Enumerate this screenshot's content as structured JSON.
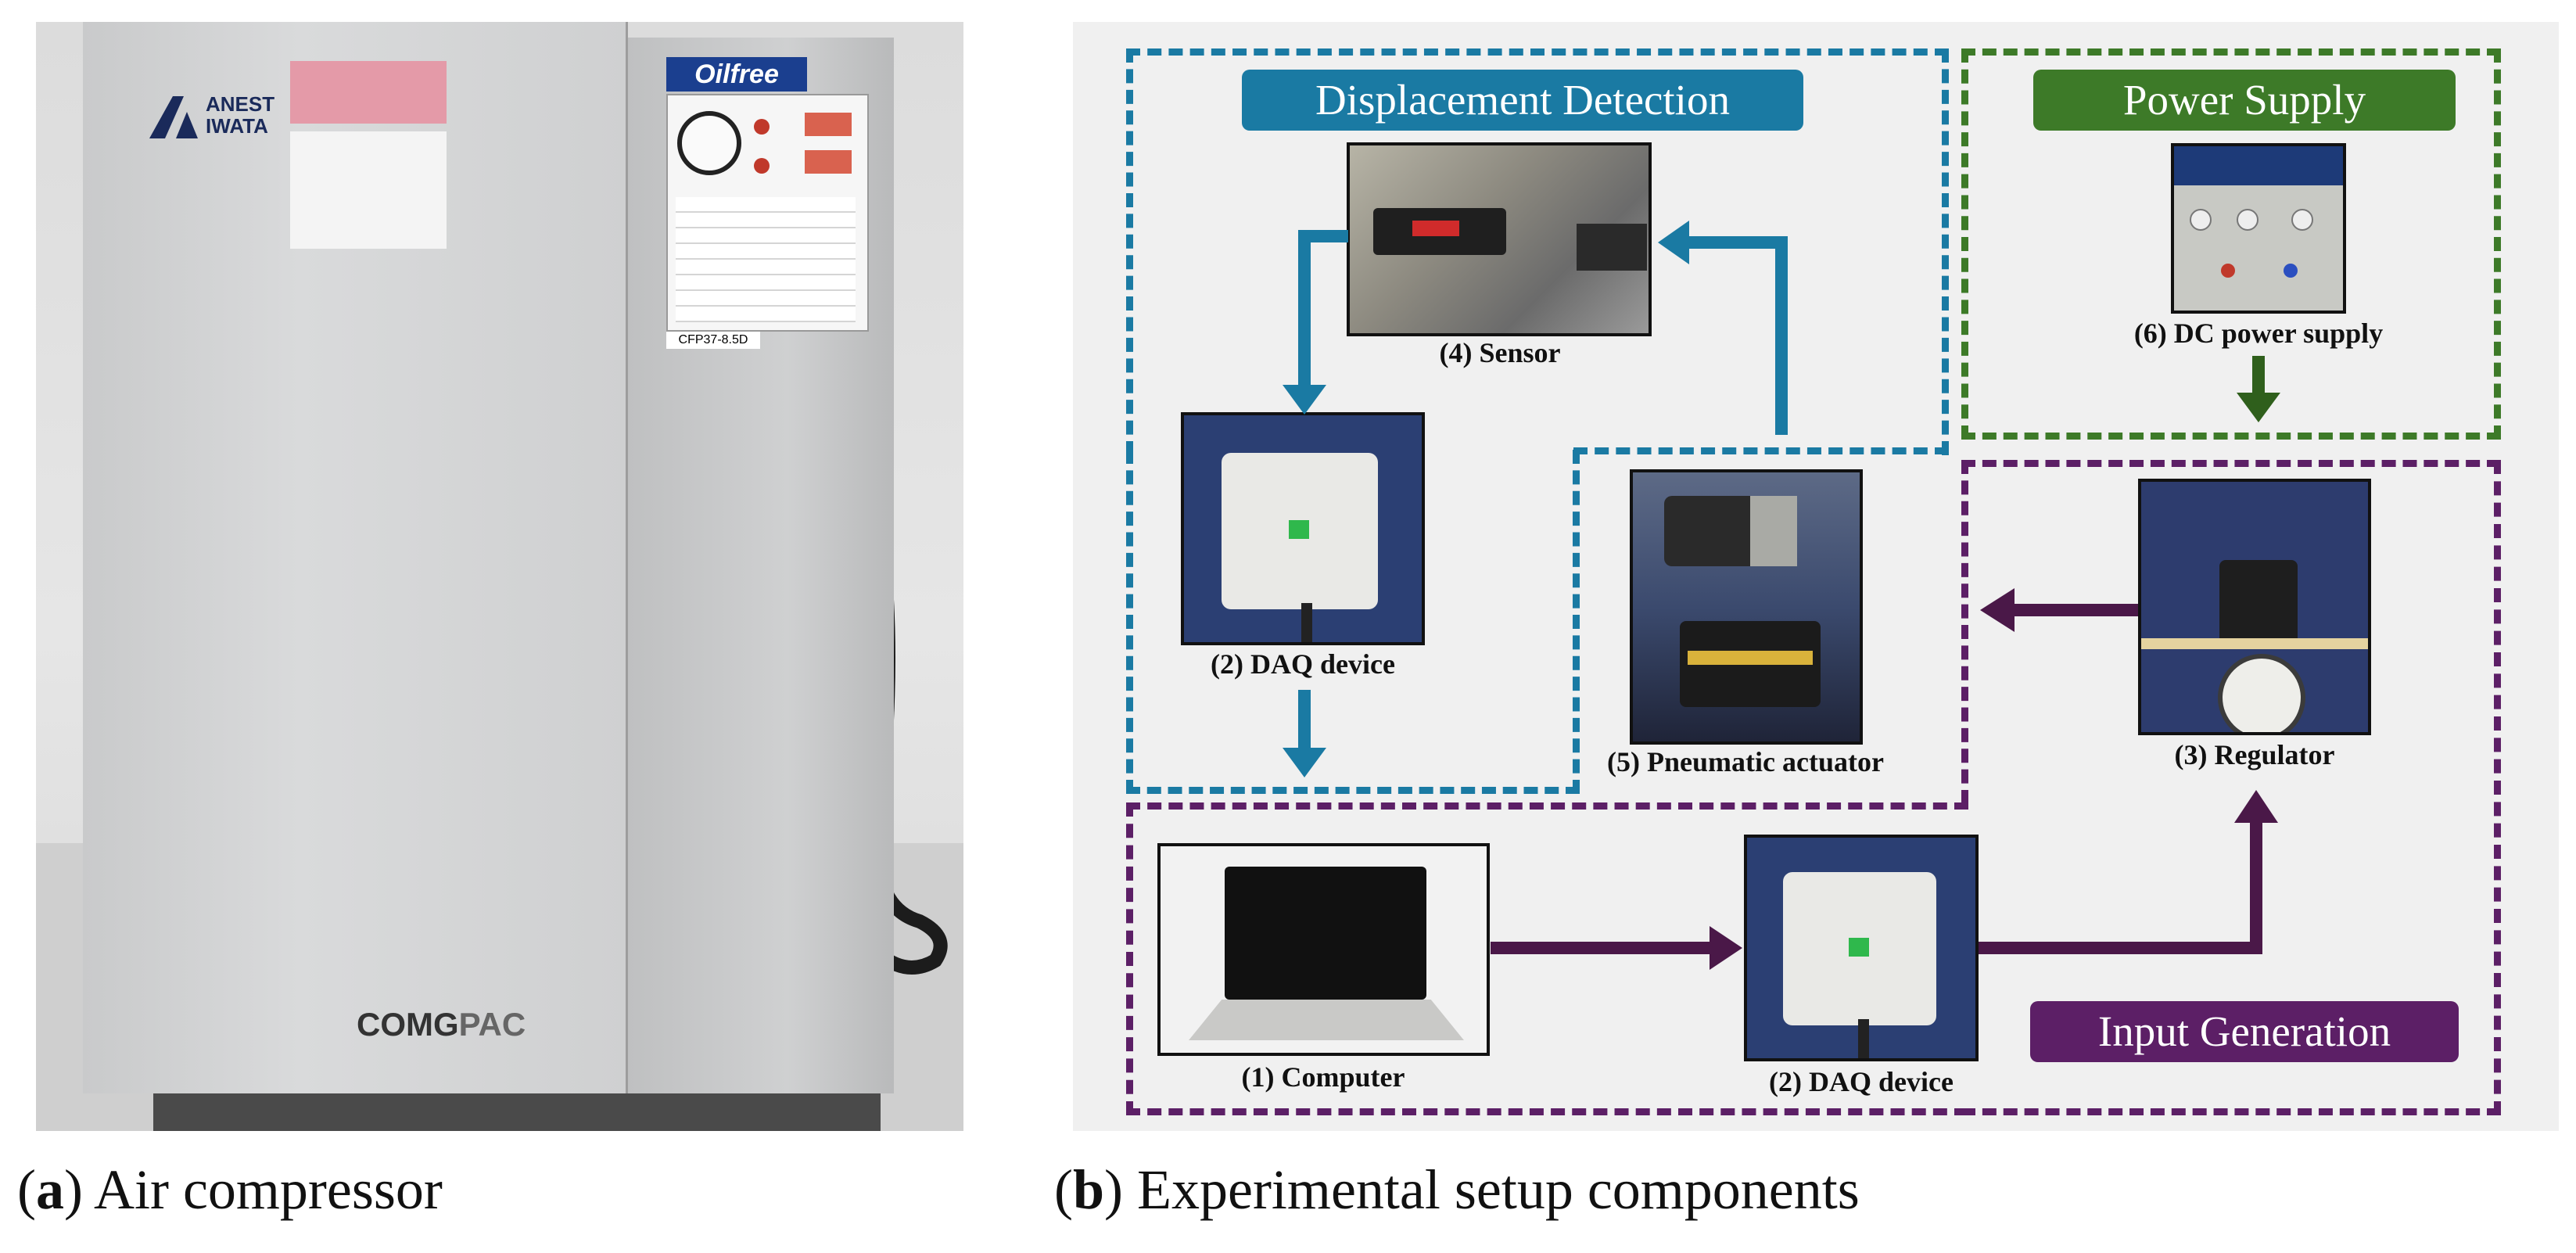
{
  "captions": {
    "a_letter": "a",
    "a_text": " Air compressor",
    "b_letter": "b",
    "b_text": " Experimental setup components"
  },
  "compressor": {
    "brand_line1": "ANEST",
    "brand_line2": "IWATA",
    "model_badge": "Oilfree",
    "model_code": "CFP37-8.5D",
    "product_name_1": "COMG",
    "product_name_2": "PAC"
  },
  "diagram": {
    "groups": {
      "displacement": "Displacement Detection",
      "power": "Power Supply",
      "input": "Input Generation"
    },
    "components": {
      "sensor": "(4) Sensor",
      "daq_top": "(2) DAQ device",
      "actuator": "(5) Pneumatic actuator",
      "dc_power": "(6) DC power supply",
      "regulator": "(3) Regulator",
      "computer": "(1) Computer",
      "daq_bottom": "(2) DAQ device"
    },
    "colors": {
      "displacement": "#1a7aa3",
      "power": "#3d7a28",
      "input": "#5c1f66",
      "arrow_power": "#2f5f1c",
      "arrow_input": "#4a1848"
    }
  }
}
